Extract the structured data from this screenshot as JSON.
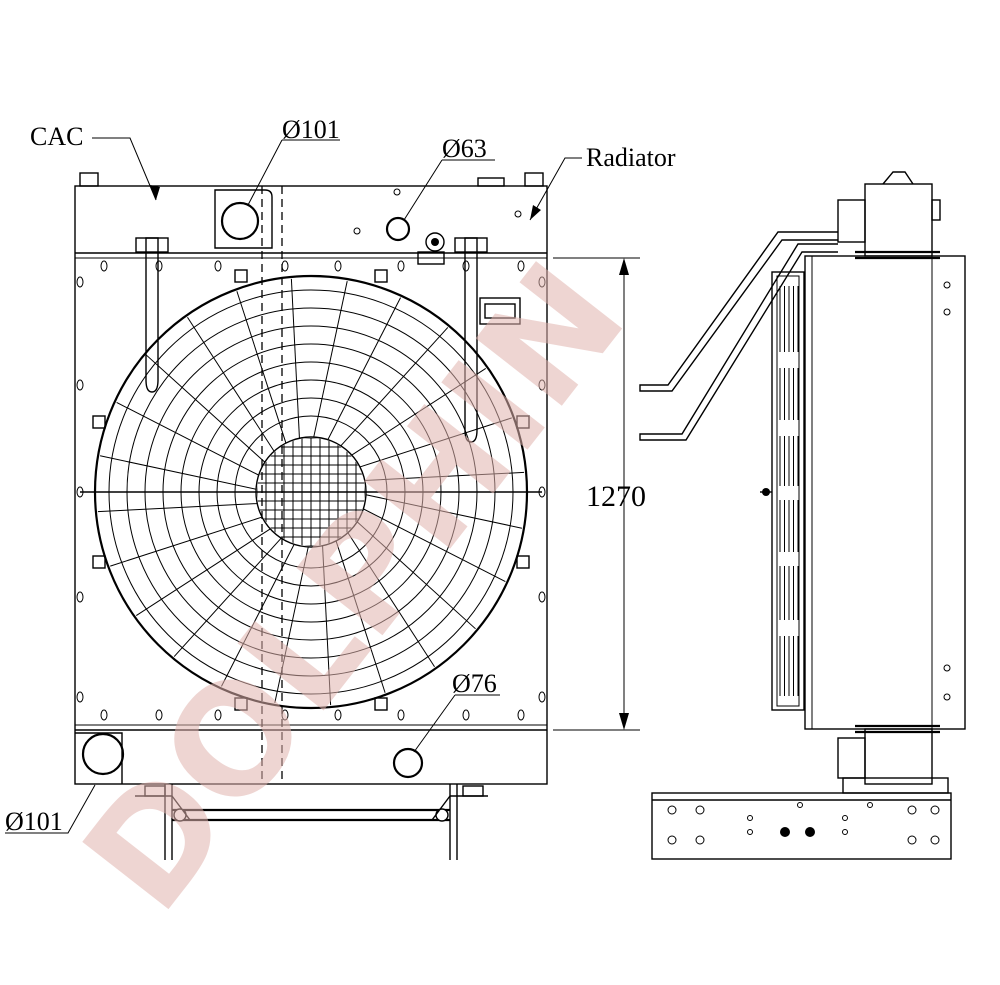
{
  "labels": {
    "cac": "CAC",
    "radiator": "Radiator",
    "top_inlet_diameter": "Ø101",
    "top_small_port": "Ø63",
    "bottom_port": "Ø76",
    "bottom_left_outlet": "Ø101",
    "height_dimension": "1270"
  },
  "watermark": {
    "text": "DOLPHIN",
    "color": "#e0b3ad"
  },
  "colors": {
    "line": "#000000",
    "background": "#ffffff"
  }
}
